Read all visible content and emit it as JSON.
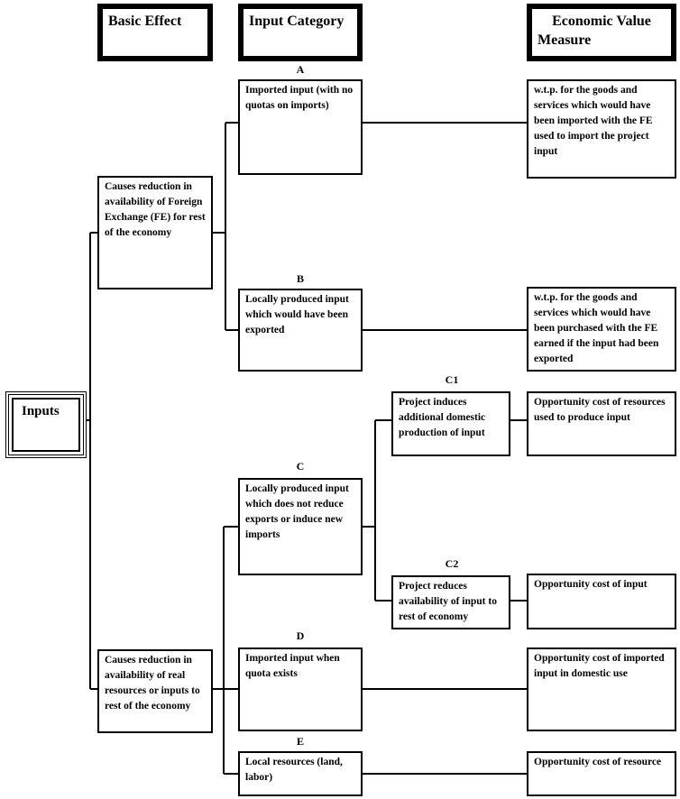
{
  "headers": {
    "basic_effect": "Basic Effect",
    "input_category": "Input Category",
    "economic_value_line1": "Economic Value",
    "economic_value_line2": "Measure"
  },
  "root": {
    "label": "Inputs"
  },
  "effects": {
    "fe": "Causes reduction in availability of Foreign Exchange (FE) for rest of the economy",
    "real": "Causes reduction in availability of real resources or inputs to rest of the economy"
  },
  "categories": {
    "a": {
      "letter": "A",
      "text": "Imported input (with no quotas on imports)"
    },
    "b": {
      "letter": "B",
      "text": "Locally produced input which would have been exported"
    },
    "c": {
      "letter": "C",
      "text": "Locally produced input which does not reduce exports or induce new imports"
    },
    "c1": {
      "letter": "C1",
      "text": "Project induces additional domestic production of input"
    },
    "c2": {
      "letter": "C2",
      "text": "Project reduces availability of input to rest of economy"
    },
    "d": {
      "letter": "D",
      "text": "Imported input when quota exists"
    },
    "e": {
      "letter": "E",
      "text": "Local resources (land, labor)"
    }
  },
  "measures": {
    "a": "w.t.p. for the goods and services which would have been imported with the FE used to import the project input",
    "b": "w.t.p. for the goods and services which would have been purchased with the FE earned if the input had been exported",
    "c1": "Opportunity cost of resources used to produce input",
    "c2": "Opportunity cost of input",
    "d": "Opportunity cost of imported input in domestic use",
    "e": "Opportunity cost of resource"
  }
}
